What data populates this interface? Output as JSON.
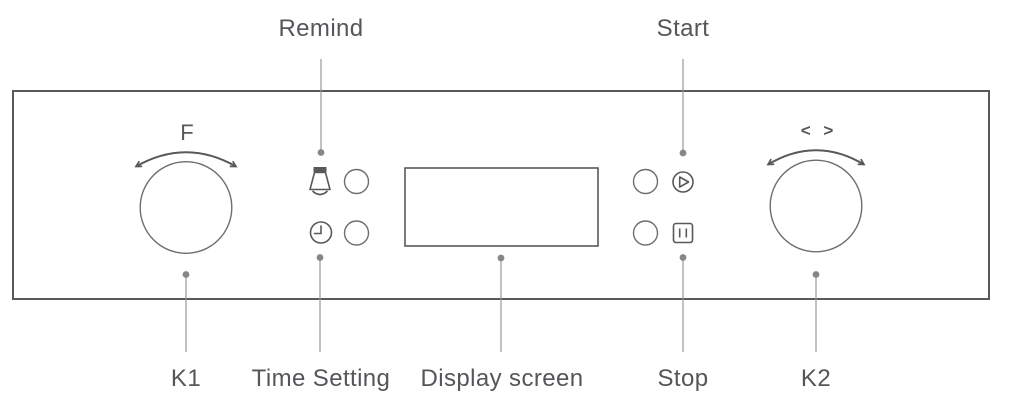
{
  "figure_type": "appliance-control-panel-diagram",
  "panel": {
    "knob_left": {
      "label": "K1",
      "marking": "F",
      "icon": "knob"
    },
    "knob_right": {
      "label": "K2",
      "marking": "< >",
      "icon": "knob"
    },
    "remind": {
      "label": "Remind",
      "icon": "bell"
    },
    "time_setting": {
      "label": "Time Setting",
      "icon": "clock"
    },
    "start": {
      "label": "Start",
      "icon": "play"
    },
    "stop": {
      "label": "Stop",
      "icon": "pause"
    },
    "display": {
      "label": "Display screen"
    }
  },
  "colors": {
    "background": "#ffffff",
    "panel_outline": "#58595b",
    "control_outline": "#6d6e71",
    "leader_line": "#96989b",
    "marker_dot": "#85878a",
    "label_text": "#54565a"
  }
}
